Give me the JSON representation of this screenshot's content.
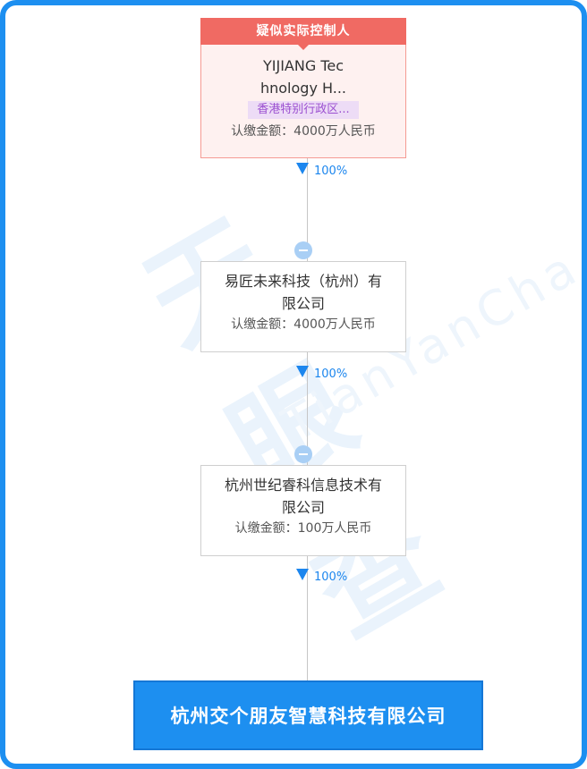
{
  "watermark": {
    "main": "天眼查",
    "sub": "TianYanCha.com"
  },
  "controller_node": {
    "tag": "疑似实际控制人",
    "name_line1": "YIJIANG Tec",
    "name_line2": "hnology H...",
    "region": "香港特别行政区...",
    "amount": "认缴金额：4000万人民币"
  },
  "edges": [
    {
      "percent": "100%"
    },
    {
      "percent": "100%"
    },
    {
      "percent": "100%"
    }
  ],
  "nodes": [
    {
      "name_line1": "易匠未来科技（杭州）有",
      "name_line2": "限公司",
      "amount": "认缴金额：4000万人民币"
    },
    {
      "name_line1": "杭州世纪睿科信息技术有",
      "name_line2": "限公司",
      "amount": "认缴金额：100万人民币"
    }
  ],
  "target_company": {
    "name": "杭州交个朋友智慧科技有限公司"
  },
  "colors": {
    "frame": "#1d8ff0",
    "controller_tag": "#f06a63",
    "region_bg": "#eddcf6",
    "arrow": "#1c86ee",
    "target_bg": "#1d8ff0"
  }
}
